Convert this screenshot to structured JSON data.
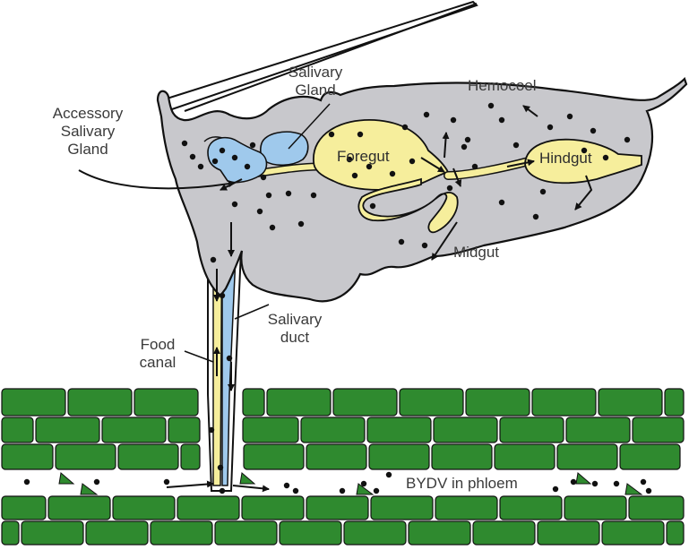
{
  "labels": {
    "accessory_salivary_gland": [
      "Accessory",
      "Salivary",
      "Gland"
    ],
    "salivary_gland": [
      "Salivary",
      "Gland"
    ],
    "hemocoel": "Hemocoel",
    "foregut": "Foregut",
    "hindgut": "Hindgut",
    "midgut": "Midgut",
    "salivary_duct": [
      "Salivary",
      "duct"
    ],
    "food_canal": [
      "Food",
      "canal"
    ],
    "phloem": "BYDV in phloem"
  },
  "colors": {
    "body": "#c8c8cc",
    "gut": "#f6ee9c",
    "salivary": "#9fc9ec",
    "plant_cell": "#2f8a2f",
    "outline": "#111111",
    "label_text": "#3a3a3a"
  },
  "icons": {
    "virus_particle": "black-dot",
    "movement": "arrow"
  }
}
